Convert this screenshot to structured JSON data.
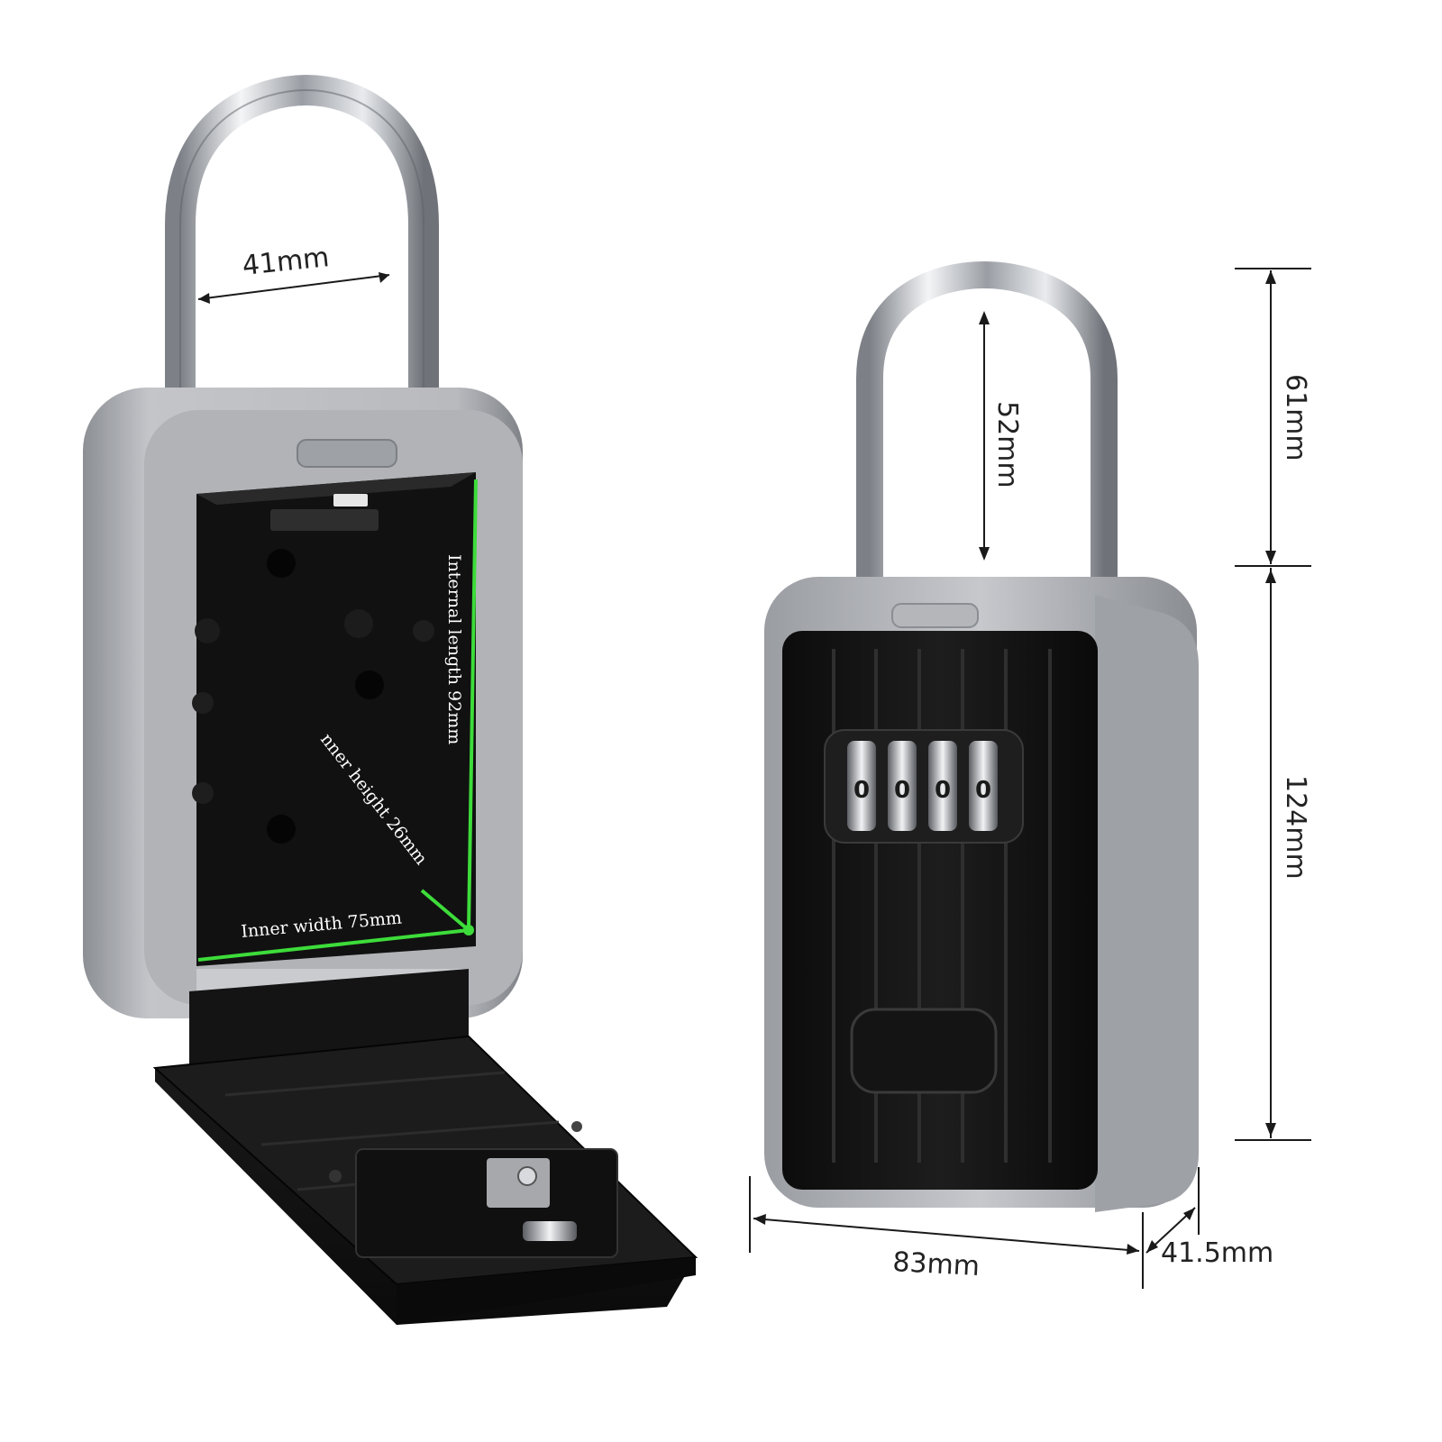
{
  "dimensions": {
    "shackle_width": "41mm",
    "shackle_clearance": "52mm",
    "shackle_height": "61mm",
    "body_height": "124mm",
    "body_width": "83mm",
    "body_depth": "41.5mm",
    "inner_length": "Internal length 92mm",
    "inner_height": "nner height 26mm",
    "inner_width": "Inner width 75mm"
  },
  "dials": {
    "count": 4,
    "digits": [
      "0",
      "0",
      "0",
      "0"
    ]
  },
  "colors": {
    "background": "#ffffff",
    "chrome": "#c9ccd0",
    "body_silver": "#a7a9ad",
    "black_plastic": "#141414",
    "measure_green": "#3ddc3a"
  }
}
